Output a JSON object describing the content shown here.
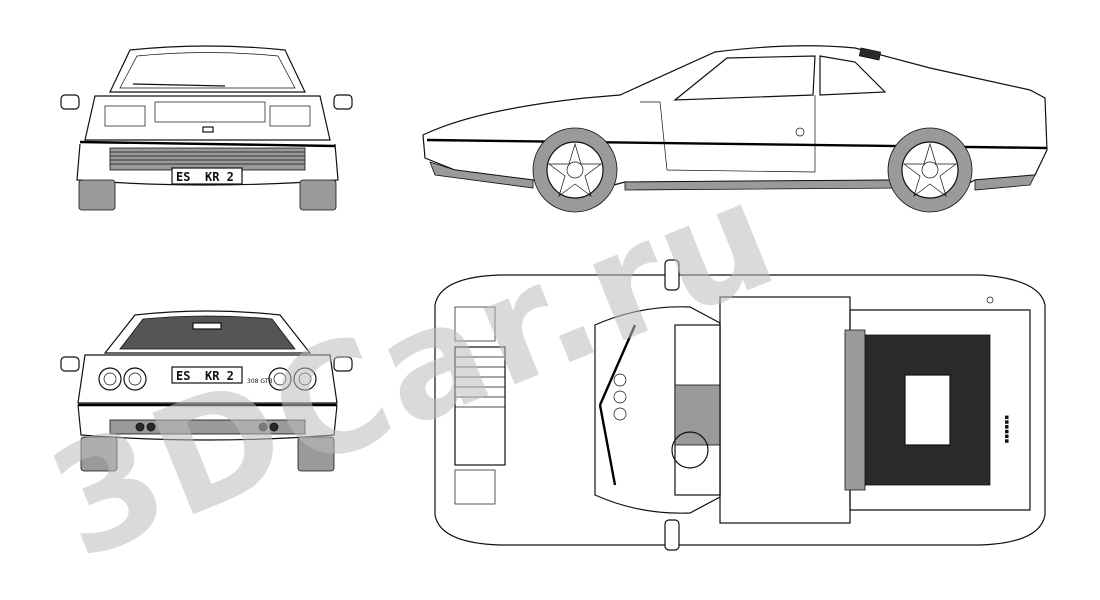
{
  "watermark": {
    "text": "3DCar.ru",
    "color": "#bdbdbd"
  },
  "front_view": {
    "plate_left": "ES",
    "plate_right": "KR 2"
  },
  "rear_view": {
    "plate_left": "ES",
    "plate_right": "KR 2",
    "badge": "308 GTB"
  },
  "side_view": {},
  "top_view": {},
  "colors": {
    "line": "#111111",
    "background": "#ffffff",
    "tire": "#2a2a2a"
  }
}
